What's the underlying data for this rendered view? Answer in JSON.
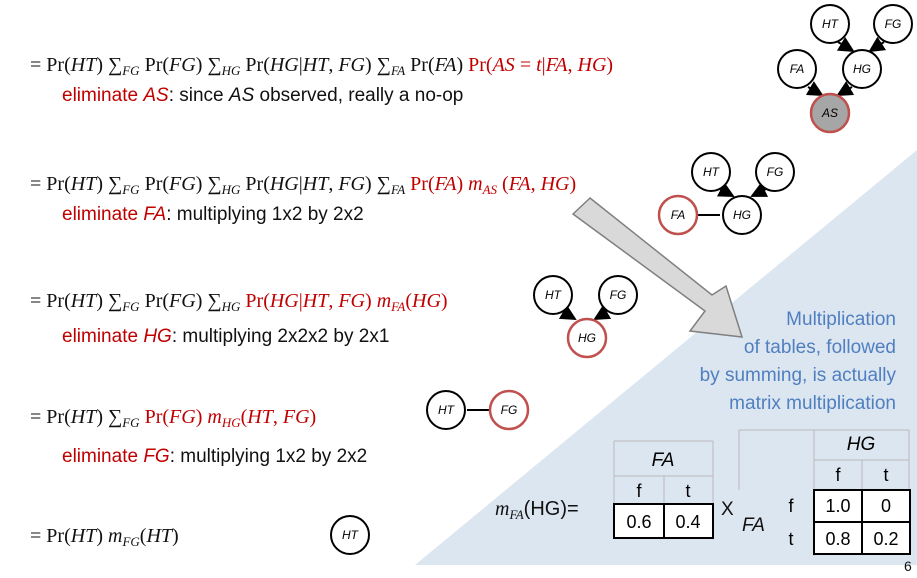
{
  "slide_number": "6",
  "steps": [
    {
      "heading": "eliminate",
      "variable": "AS",
      "rest": ": since ",
      "rest_var": "AS",
      "rest2": " observed, really a no-op"
    },
    {
      "heading": "eliminate",
      "variable": "FA",
      "rest": ": multiplying 1x2 by 2x2"
    },
    {
      "heading": "eliminate",
      "variable": "HG",
      "rest": ": multiplying 2x2x2 by 2x1"
    },
    {
      "heading": "eliminate",
      "variable": "FG",
      "rest": ": multiplying 1x2 by 2x2"
    }
  ],
  "callout": {
    "lines": [
      "Multiplication",
      "of tables, followed",
      "by summing, is actually",
      "matrix multiplication"
    ]
  },
  "matrix_example": {
    "lhs_m": "m",
    "lhs_sub": "FA",
    "lhs_arg": "(HG)=",
    "vector_header": "FA",
    "vector_cols": [
      "f",
      "t"
    ],
    "vector_values": [
      "0.6",
      "0.4"
    ],
    "times": "X",
    "matrix_row_var": "FA",
    "matrix_col_var": "HG",
    "matrix_cols": [
      "f",
      "t"
    ],
    "matrix_rows": [
      {
        "label": "f",
        "values": [
          "1.0",
          "0"
        ]
      },
      {
        "label": "t",
        "values": [
          "0.8",
          "0.2"
        ]
      }
    ]
  },
  "graphs": {
    "node_labels": {
      "ht": "HT",
      "fg": "FG",
      "fa": "FA",
      "hg": "HG",
      "as": "AS"
    }
  },
  "colors": {
    "highlight": "#c00000",
    "callout_text": "#4f7fbf",
    "triangle": "#dce6f1",
    "observed_node": "#a6a6a6"
  }
}
